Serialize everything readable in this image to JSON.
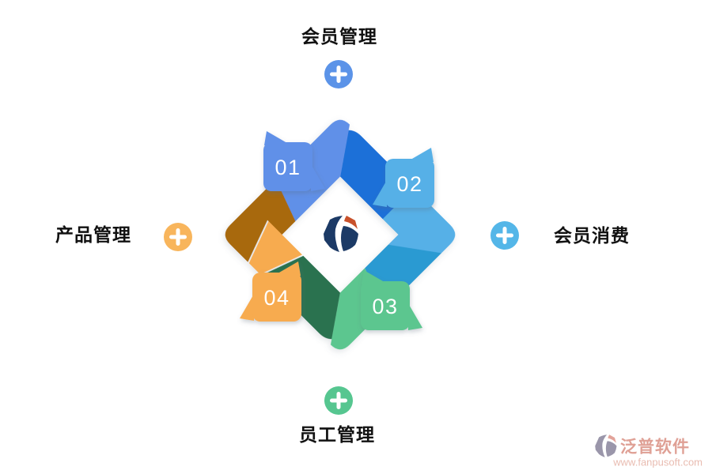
{
  "diagram": {
    "nodes": {
      "top": {
        "label": "会员管理",
        "accent": "#5b93e8"
      },
      "right": {
        "label": "会员消费",
        "accent": "#54b6e8"
      },
      "bottom": {
        "label": "员工管理",
        "accent": "#56c690"
      },
      "left": {
        "label": "产品管理",
        "accent": "#f8b55c"
      }
    },
    "steps": [
      {
        "number": "01",
        "color": "#6090e8"
      },
      {
        "number": "02",
        "color": "#57b0e7"
      },
      {
        "number": "03",
        "color": "#5bc68f"
      },
      {
        "number": "04",
        "color": "#f7ab4f"
      }
    ],
    "ribbon_colors": {
      "cornflower": "#6090e8",
      "dark_blue": "#1e6fd8",
      "sky": "#57b0e7",
      "teal": "#2b9ad2",
      "green": "#5bc68f",
      "dark_green": "#2c7250",
      "orange": "#f7ab4f",
      "brown": "#a8690f"
    },
    "logo_colors": {
      "center_dark": "#1c3a66",
      "center_accent": "#c8512b"
    }
  },
  "watermark": {
    "brand": "泛普软件",
    "url": "www.fanpusoft.com",
    "brand_color": "#dfa095",
    "url_color": "#e9bcb1"
  }
}
